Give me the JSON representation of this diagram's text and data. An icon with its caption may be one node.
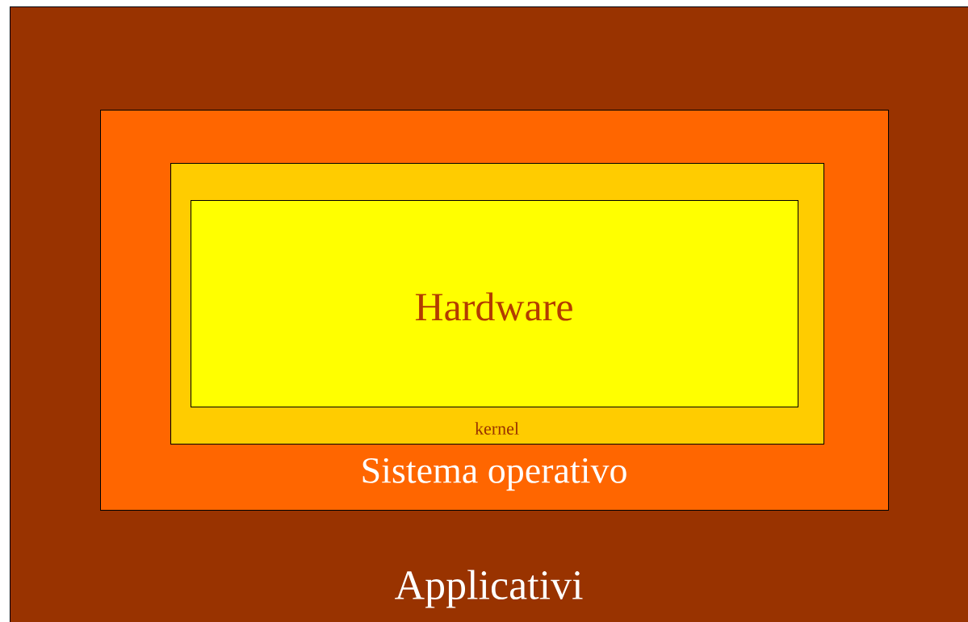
{
  "diagram": {
    "nodes": [
      {
        "text": [
          "Applicativi"
        ]
      },
      {
        "text": [
          "Sistema operativo"
        ],
        "in": 0
      },
      {
        "text": [
          "kernel"
        ],
        "in": 1
      },
      {
        "text": [
          "Hardware"
        ],
        "in": 2
      }
    ]
  }
}
